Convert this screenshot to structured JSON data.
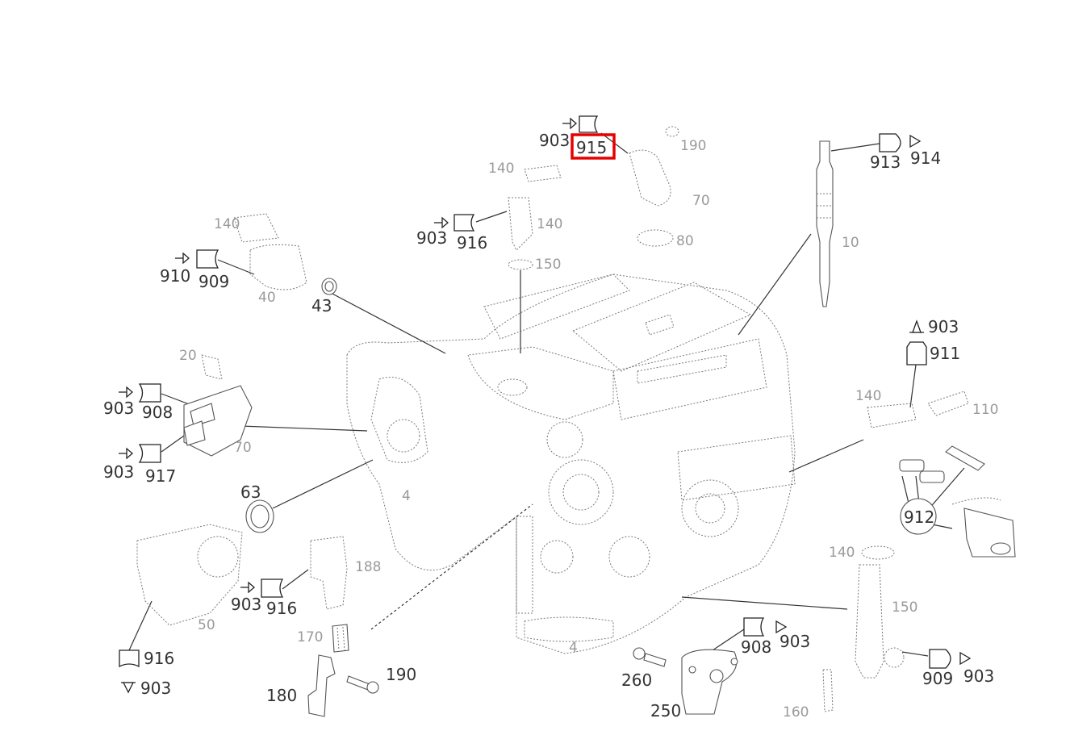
{
  "highlight": {
    "label": "915",
    "color": "#e60000"
  },
  "callouts": {
    "c915": "915",
    "c903a": "903",
    "c913": "913",
    "c914": "914",
    "c10": "10",
    "c903b": "903",
    "c916a": "916",
    "c910": "910",
    "c909a": "909",
    "c43": "43",
    "c903c": "903",
    "c911": "911",
    "c903d": "903",
    "c908a": "908",
    "c903e": "903",
    "c917": "917",
    "c63": "63",
    "c912": "912",
    "c903f": "903",
    "c916b": "916",
    "c916c": "916",
    "c903g": "903",
    "c190": "190",
    "c180": "180",
    "c260": "260",
    "c908b": "908",
    "c903h": "903",
    "c250": "250",
    "c909b": "909",
    "c903i": "903"
  }
}
